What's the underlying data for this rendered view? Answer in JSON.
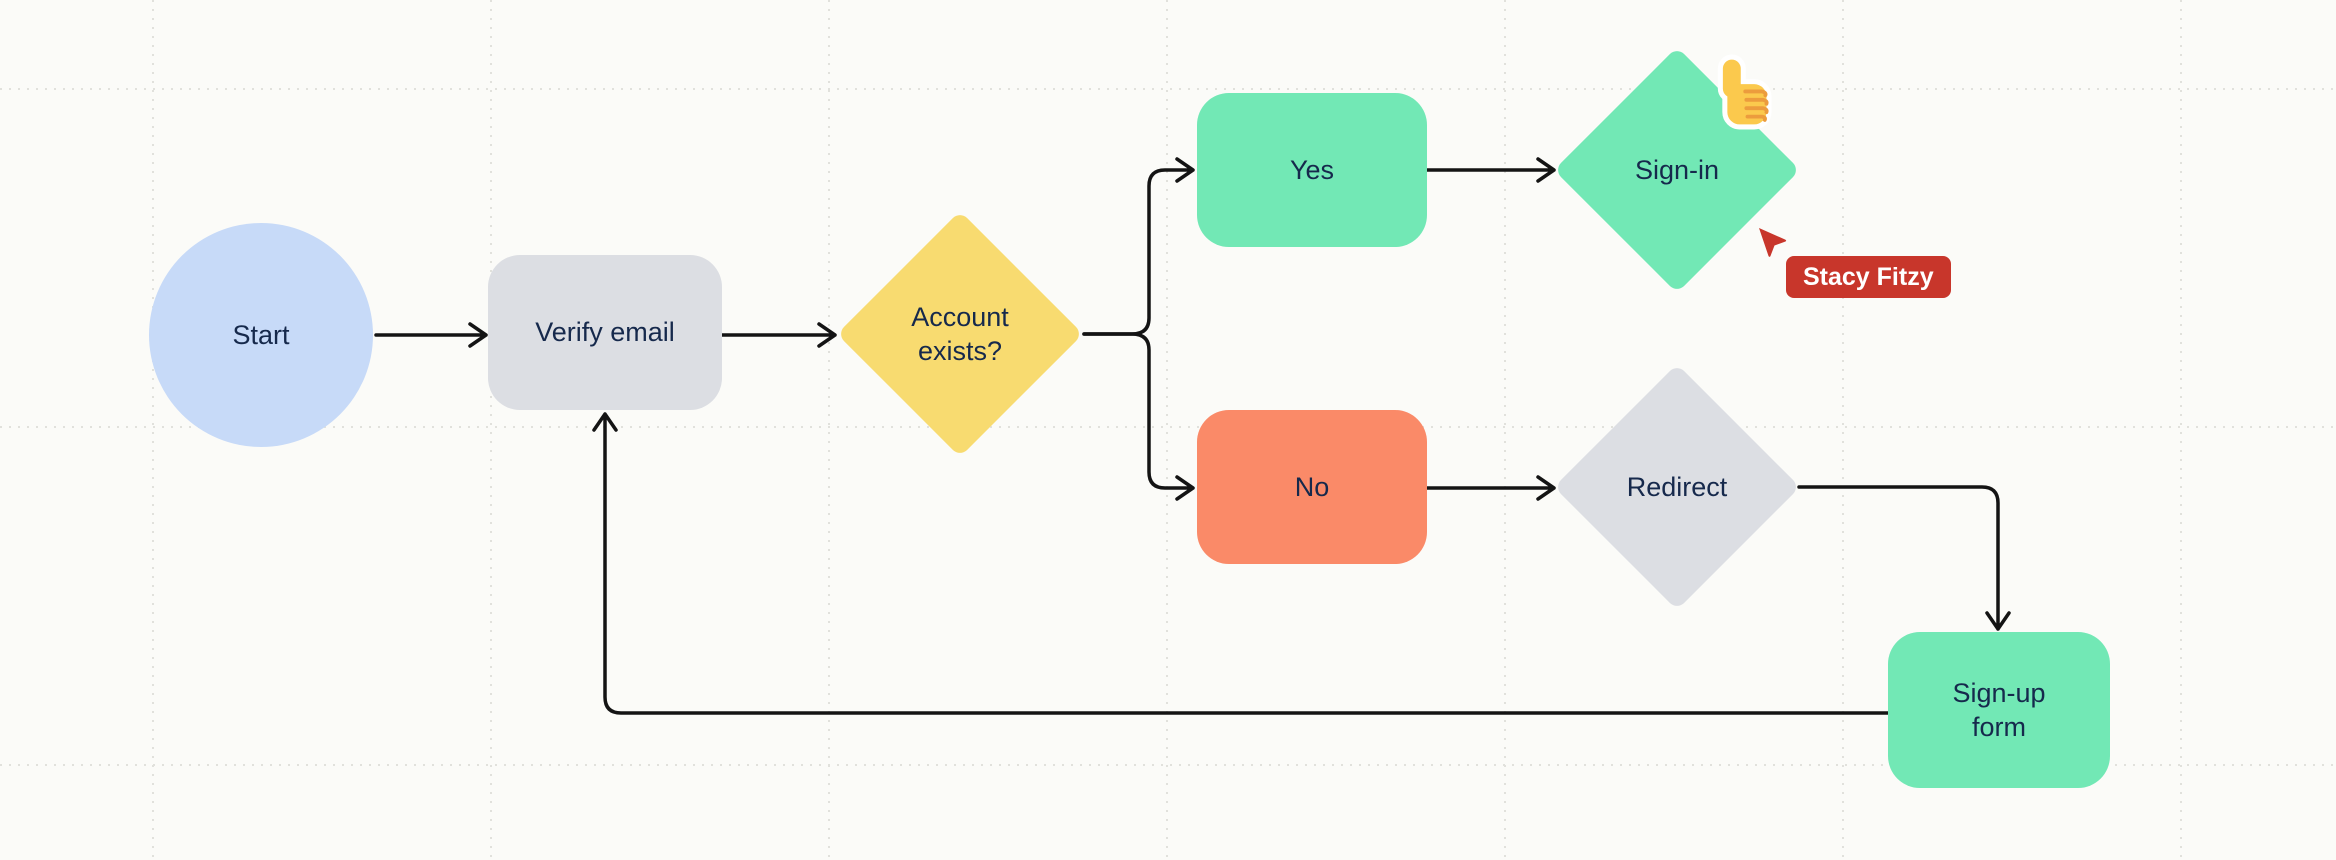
{
  "canvas": {
    "colors": {
      "background": "#fbfbf8",
      "grid": "#e1e1dc",
      "arrow": "#141414",
      "text": "#16294c"
    }
  },
  "nodes": {
    "start": {
      "label": "Start",
      "shape": "ellipse",
      "fill": "#c7daf8"
    },
    "verify_email": {
      "label": "Verify email",
      "shape": "process",
      "fill": "#dcdee3"
    },
    "account_exists": {
      "label": "Account exists?",
      "shape": "decision",
      "fill": "#f8db70"
    },
    "yes": {
      "label": "Yes",
      "shape": "process",
      "fill": "#72e8b5"
    },
    "no": {
      "label": "No",
      "shape": "process",
      "fill": "#fa8a68"
    },
    "sign_in": {
      "label": "Sign-in",
      "shape": "decision",
      "fill": "#72e8b5"
    },
    "redirect": {
      "label": "Redirect",
      "shape": "decision",
      "fill": "#dcdee3"
    },
    "sign_up_form": {
      "label": "Sign-up form",
      "shape": "process",
      "fill": "#72e8b5"
    }
  },
  "edges": [
    {
      "from": "Start",
      "to": "Verify email"
    },
    {
      "from": "Verify email",
      "to": "Account exists?"
    },
    {
      "from": "Account exists?",
      "to": "Yes"
    },
    {
      "from": "Account exists?",
      "to": "No"
    },
    {
      "from": "Yes",
      "to": "Sign-in"
    },
    {
      "from": "No",
      "to": "Redirect"
    },
    {
      "from": "Redirect",
      "to": "Sign-up form"
    },
    {
      "from": "Sign-up form",
      "to": "Verify email"
    }
  ],
  "collaborator": {
    "name": "Stacy Fitzy",
    "cursor_color": "#c8362b",
    "badge_color": "#c8362b"
  },
  "reaction": {
    "emoji": "thumbs-up",
    "attached_to": "sign_in",
    "fill": "#fbc94d",
    "detail": "#ec9c3d"
  }
}
